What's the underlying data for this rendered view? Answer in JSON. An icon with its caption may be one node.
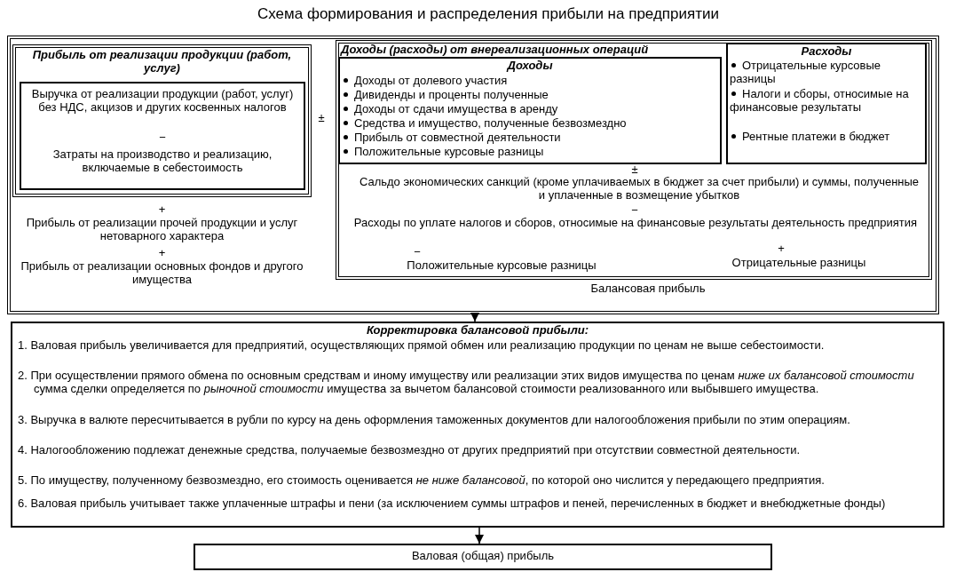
{
  "diagram": {
    "title": "Схема формирования и распределения прибыли на предприятии",
    "nodes": [
      {
        "text": [
          "Балансовая прибыль"
        ]
      },
      {
        "text": [
          "Прибыль от реализации продукции (работ, услуг)"
        ],
        "in": 0
      },
      {
        "text": [
          "Выручка от реализации продукции (работ, услуг) без НДС, акцизов и других косвенных налогов",
          "−",
          "Затраты на производство и реализацию, включаемые в себестоимость"
        ],
        "in": 1
      },
      {
        "text": [
          "Доходы (расходы) от внереализационных операций",
          "±",
          "Сальдо экономических санкций (кроме уплачиваемых в бюджет за счет прибыли) и суммы, полученные и уплаченные в возмещение убытков",
          "−",
          "Расходы по уплате налогов и сборов, относимые на финансовые результаты деятельность предприятия",
          "−",
          "Положительные курсовые разницы",
          "+",
          "Отрицательные разницы"
        ],
        "in": 0
      },
      {
        "text": [
          "Доходы",
          "Доходы от долевого участия",
          "Дивиденды и проценты полученные",
          "Доходы от сдачи имущества в аренду",
          "Средства и имущество, полученные безвозмездно",
          "Прибыль от совместной деятельности",
          "Положительные курсовые разницы"
        ],
        "in": 3
      },
      {
        "text": [
          "Расходы",
          "Отрицательные курсовые разницы",
          "Налоги и сборы, относимые на финансовые результаты",
          "Рентные платежи в бюджет"
        ],
        "in": 3
      },
      {
        "text": [
          "Корректировка балансовой прибыли:",
          "1. Валовая прибыль увеличивается для предприятий, осуществляющих прямой обмен или реализацию продукции по ценам не выше себестоимости.",
          "2. При осуществлении прямого обмена по основным средствам и иному имуществу или реализации этих видов имущества по ценам *ниже их балансовой стоимости* сумма сделки определяется по *рыночной стоимости* имущества за вычетом балансовой стоимости реализованного или выбывшего имущества.",
          "3. Выручка в валюте пересчитывается в рубли по курсу на день оформления таможенных документов дли налогообложения прибыли по этим операциям.",
          "4. Налогообложению подлежат денежные средства, получаемые безвозмездно от других предприятий при отсутствии совместной деятельности.",
          "5. По имуществу, полученному безвозмездно, его стоимость оценивается *не ниже балансовой*, по которой оно числится у передающего предприятия.",
          "6. Валовая прибыль учитывает также уплаченные штрафы и пени (за исключением суммы штрафов и пеней, перечисленных в бюджет и внебюджетные фонды)"
        ]
      },
      {
        "text": [
          "Валовая (общая) прибыль"
        ]
      }
    ],
    "edges": [
      {
        "from": 0,
        "to": 6,
        "arrow": "to"
      },
      {
        "from": 6,
        "to": 7,
        "arrow": "to"
      }
    ],
    "labels": [
      "±",
      "+",
      "Прибыль от реализации прочей продукции и услуг нетоварного характера",
      "+",
      "Прибыль от реализации основных фондов и другого имущества"
    ]
  }
}
